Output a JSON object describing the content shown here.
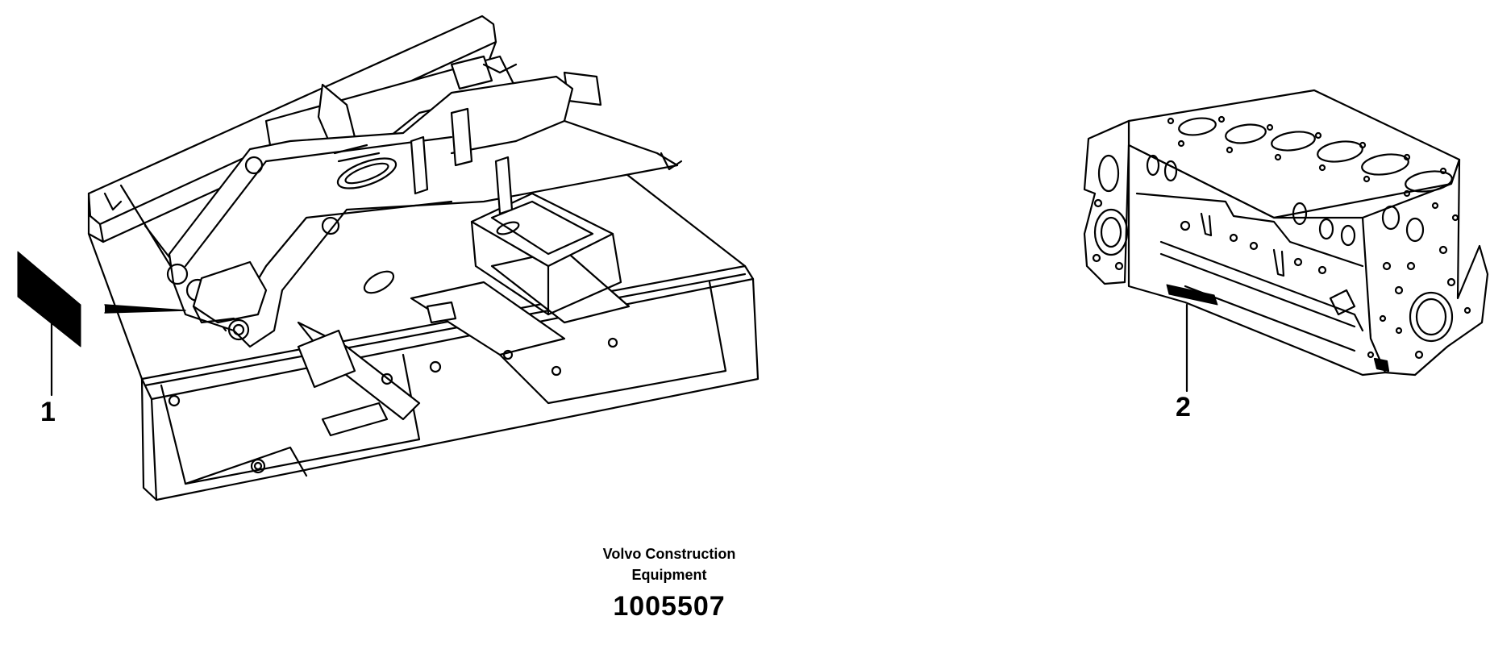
{
  "callouts": [
    {
      "label": "1"
    },
    {
      "label": "2"
    }
  ],
  "caption": {
    "manufacturer_line1": "Volvo Construction",
    "manufacturer_line2": "Equipment",
    "part_number": "1005507"
  }
}
